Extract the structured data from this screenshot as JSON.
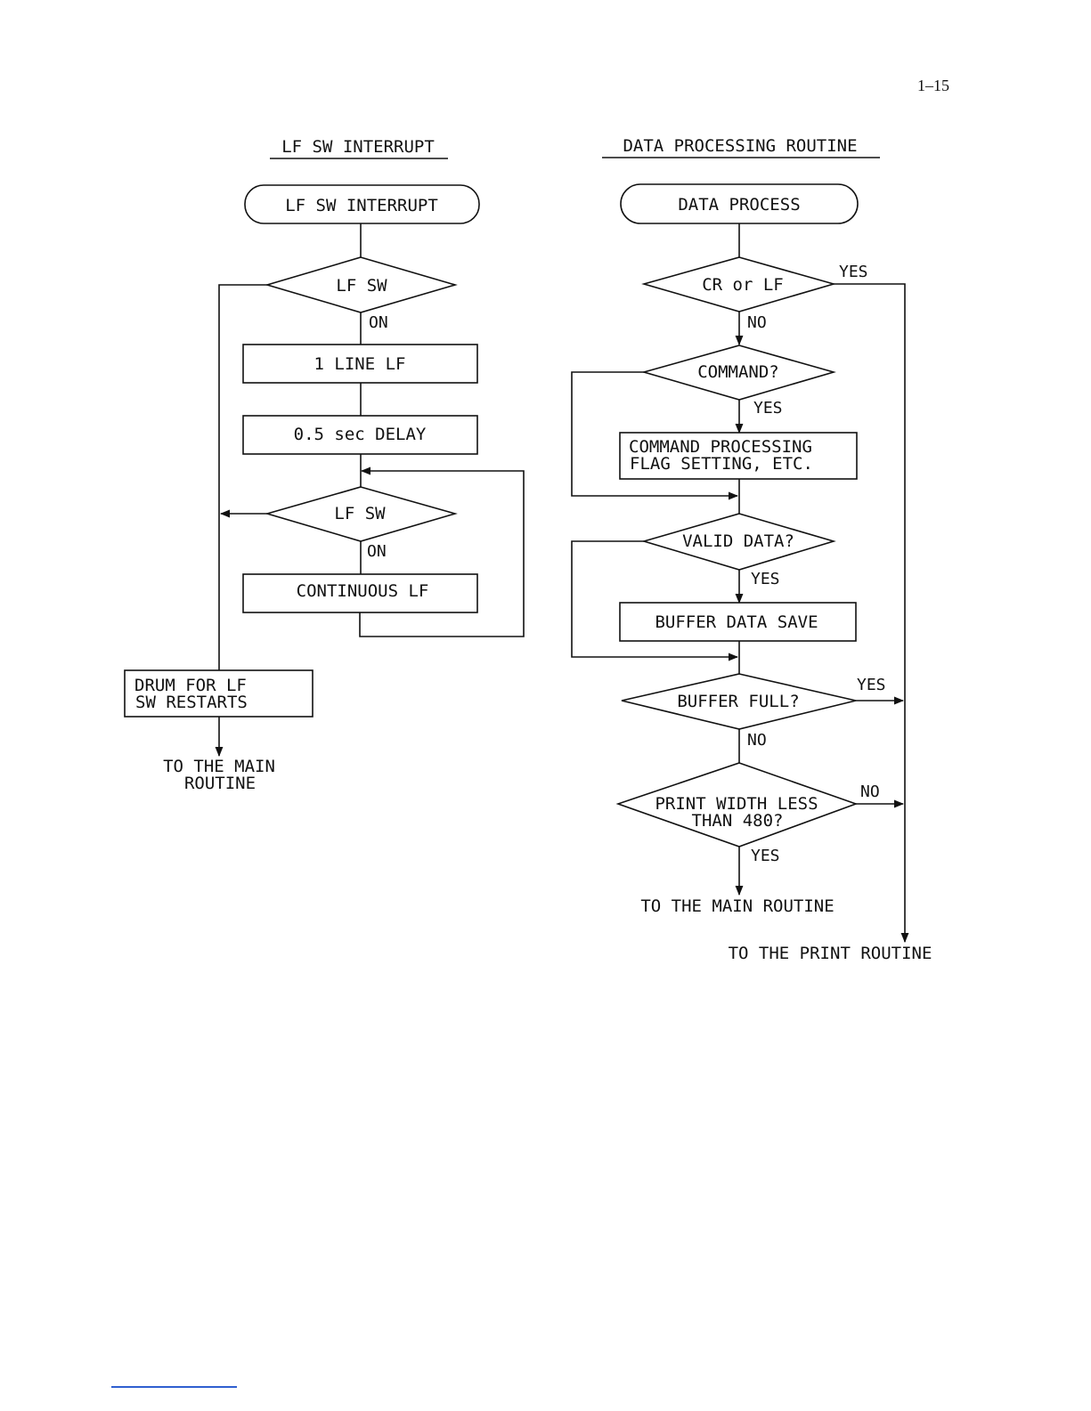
{
  "page_number": "1–15",
  "left": {
    "heading": "LF SW INTERRUPT",
    "start": "LF SW INTERRUPT",
    "decision1": "LF SW",
    "decision1_on": "ON",
    "box_line_lf": "1 LINE LF",
    "box_delay": "0.5 sec DELAY",
    "decision2": "LF SW",
    "decision2_on": "ON",
    "box_continuous": "CONTINUOUS LF",
    "box_drum_1": "DRUM FOR LF",
    "box_drum_2": "SW RESTARTS",
    "exit_1": "TO THE MAIN",
    "exit_2": "ROUTINE"
  },
  "right": {
    "heading": "DATA PROCESSING ROUTINE",
    "start": "DATA PROCESS",
    "d_crlf": "CR or LF",
    "d_crlf_yes": "YES",
    "d_crlf_no": "NO",
    "d_command": "COMMAND?",
    "d_command_yes": "YES",
    "box_cmd_1": "COMMAND PROCESSING",
    "box_cmd_2": "FLAG SETTING, ETC.",
    "d_valid": "VALID DATA?",
    "d_valid_yes": "YES",
    "box_buffer": "BUFFER DATA SAVE",
    "d_full": "BUFFER FULL?",
    "d_full_yes": "YES",
    "d_full_no": "NO",
    "d_width_1": "PRINT WIDTH LESS",
    "d_width_2": "THAN 480?",
    "d_width_no": "NO",
    "d_width_yes": "YES",
    "exit_main": "TO THE MAIN ROUTINE",
    "exit_print": "TO THE PRINT ROUTINE"
  }
}
